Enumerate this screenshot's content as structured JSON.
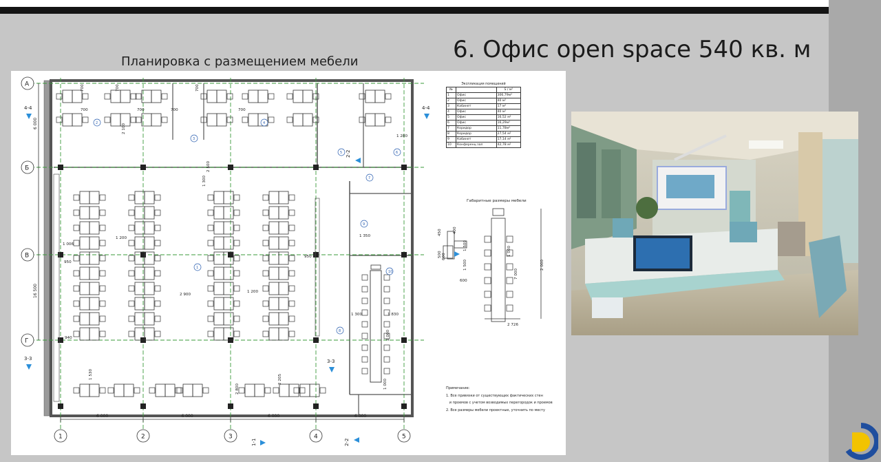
{
  "slide": {
    "title": "6. Офис open space 540 кв. м",
    "plan_title": "Планировка с размещением мебели"
  },
  "plan": {
    "row_axes": [
      "А",
      "Б",
      "В",
      "Г"
    ],
    "col_axes": [
      "1",
      "2",
      "3",
      "4",
      "5"
    ],
    "bay_widths": [
      "6 000",
      "6 000",
      "6 000",
      "6 000"
    ],
    "left_dims": [
      "6 000",
      "16 500"
    ],
    "section_marks": [
      "4-4",
      "4-4",
      "3-3",
      "3-3",
      "1-1",
      "2-2",
      "2-2"
    ],
    "room_numbers": [
      "1",
      "2",
      "3",
      "4",
      "5",
      "6",
      "7",
      "8",
      "9",
      "10"
    ],
    "dims": [
      "700",
      "700",
      "700",
      "700",
      "700",
      "700",
      "700",
      "2 100",
      "1 280",
      "1 300",
      "2 500",
      "1 006",
      "1 200",
      "950",
      "950",
      "2 900",
      "1 200",
      "940",
      "1 300",
      "1 830",
      "1 350",
      "2 000",
      "1 530",
      "2 800",
      "2 205",
      "1 000"
    ],
    "explication": {
      "title": "Экспликация помещений",
      "headers": [
        "№",
        "S / м²"
      ],
      "rows": [
        [
          "1",
          "Офис",
          "306,79м²"
        ],
        [
          "2",
          "Офис",
          "40 м²"
        ],
        [
          "3",
          "Кабинет",
          "17 м²"
        ],
        [
          "4",
          "Офис",
          "40 м²"
        ],
        [
          "5",
          "Офис",
          "16,52 м²"
        ],
        [
          "6",
          "Офис",
          "16,29м²"
        ],
        [
          "7",
          "Коридор",
          "11,78м²"
        ],
        [
          "8",
          "Коридор",
          "27,54 м²"
        ],
        [
          "9",
          "Кабинет",
          "17,14 м²"
        ],
        [
          "10",
          "Конференц зал",
          "42,78 м²"
        ]
      ]
    },
    "furniture": {
      "title": "Габаритные размеры мебели",
      "dims": [
        "450",
        "400",
        "500",
        "600",
        "1 500",
        "1 500",
        "600",
        "1 000",
        "7 000",
        "2 000",
        "2 726"
      ]
    },
    "notes": {
      "title": "Примечание:",
      "lines": [
        "1. Все привязки от существующих фактических стен",
        "   и проемов с учетом возводимых перегородок и проемов",
        "2. Все размеры мебели проектные, уточнить по месту"
      ]
    }
  },
  "colors": {
    "background": "#c6c6c6",
    "top_bar": "#141414",
    "right_band": "#a9a9a9",
    "axis_green": "#3a9a3a",
    "marker_blue": "#2b8fd9",
    "logo_yellow": "#f2c300",
    "logo_blue": "#1f4e9e"
  },
  "photo": {
    "icon": "office-interior-photo"
  },
  "logo": {
    "icon": "brand-logo-icon"
  }
}
